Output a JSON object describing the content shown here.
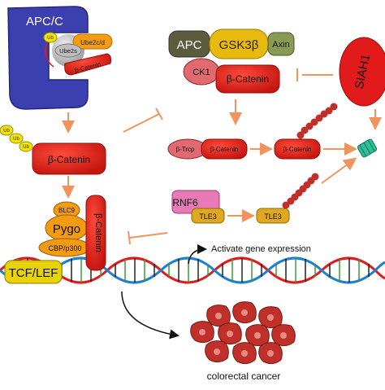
{
  "apcc": {
    "label": "APC/C",
    "ube2s": "Ube2s",
    "ube2cd": "Ube2c/d",
    "ub_chain": "Ub",
    "b_catenin": "β-Catenin"
  },
  "ub_tag": "Ub",
  "free_bcatenin": "β-Catenin",
  "destruction_complex": {
    "apc": "APC",
    "gsk3b": "GSK3β",
    "axin": "Axin",
    "ck1": "CK1",
    "b_catenin": "β-Catenin"
  },
  "siah": "SIAH1",
  "trcp_complex": {
    "trcp": "β-Trcp",
    "b_catenin": "β-Catenin"
  },
  "ub_bcatenin": "β-Catenin",
  "rnf6": "RNF6",
  "tle3_a": "TLE3",
  "tle3_b": "TLE3",
  "nuclear_complex": {
    "blc9": "BLC9",
    "pygo": "Pygo",
    "cbp": "CBP/p300",
    "tcf": "TCF/LEF",
    "b_catenin": "β-Catenin"
  },
  "activate_text": "Activate gene expression",
  "cancer_text": "colorectal cancer",
  "colors": {
    "apc_blue": "#3b3fb0",
    "bcatenin_red": "#e31a1c",
    "arrow_orange": "#f0945e",
    "pygo_orange": "#f39c12",
    "gsk_yellow": "#e8b90e",
    "rnf6_pink": "#e87ab6",
    "tle3_gold": "#e0a820",
    "ub_yellow": "#f5e400",
    "ub_chain_red": "#c0302a",
    "proteasome_teal": "#2ebf9a"
  }
}
